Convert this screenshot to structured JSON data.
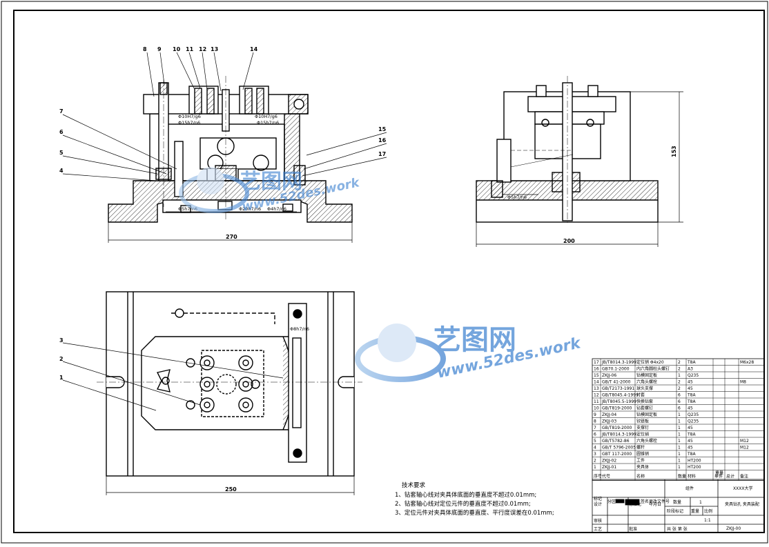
{
  "views": {
    "front": {
      "callouts": [
        "8",
        "9",
        "10",
        "11",
        "12",
        "13",
        "14",
        "7",
        "6",
        "5",
        "4",
        "15",
        "16",
        "17"
      ],
      "fits": [
        "Φ10H7/g6",
        "Φ15h7/n6",
        "Φ10H7/g6",
        "Φ15h7/n6",
        "Φ5h7/n6",
        "Φ20h7/n6",
        "Φ4h7/n6"
      ],
      "dim_width": "270"
    },
    "side": {
      "fit": "Φ5h7/n6",
      "dim_width": "200",
      "dim_height": "153"
    },
    "top": {
      "callouts": [
        "3",
        "2",
        "1"
      ],
      "fit": "Φ8h7/n6",
      "dim_width": "250"
    }
  },
  "watermark": {
    "brand": "艺图网",
    "url": "www.52des.work"
  },
  "tech_requirements": {
    "title": "技术要求",
    "items": [
      "1、钻套轴心线对夹具体底面的垂直度不超过0.01mm;",
      "2、钻套轴心线对定位元件的垂直度不超过0.01mm;",
      "3、定位元件对夹具体底面的垂直度、平行度误差在0.01mm;"
    ]
  },
  "bom": {
    "rows": [
      {
        "no": "17",
        "code": "JB/T8014.3-1999",
        "name": "定位销 Φ4x20",
        "qty": "2",
        "mat": "T8A",
        "note": "M6x28"
      },
      {
        "no": "16",
        "code": "GB70.1-2000",
        "name": "内六角圆柱头螺钉",
        "qty": "2",
        "mat": "A3",
        "note": ""
      },
      {
        "no": "15",
        "code": "ZKJJ-06",
        "name": "钻模固定板",
        "qty": "1",
        "mat": "Q235",
        "note": ""
      },
      {
        "no": "14",
        "code": "GB/T 41-2000",
        "name": "六角头螺栓",
        "qty": "2",
        "mat": "45",
        "note": "M8"
      },
      {
        "no": "13",
        "code": "GB/T2173-1991",
        "name": "球头支撑",
        "qty": "2",
        "mat": "45",
        "note": ""
      },
      {
        "no": "12",
        "code": "GB/T8045.4-1999",
        "name": "衬套",
        "qty": "6",
        "mat": "T8A",
        "note": ""
      },
      {
        "no": "11",
        "code": "JB/T8045.5-1999",
        "name": "快换钻套",
        "qty": "6",
        "mat": "T8A",
        "note": ""
      },
      {
        "no": "10",
        "code": "GB/T819-2000",
        "name": "钻套螺钉",
        "qty": "6",
        "mat": "45",
        "note": ""
      },
      {
        "no": "9",
        "code": "ZKJJ-04",
        "name": "钻模固定板",
        "qty": "1",
        "mat": "Q235",
        "note": ""
      },
      {
        "no": "8",
        "code": "ZKJJ-03",
        "name": "铰链板",
        "qty": "1",
        "mat": "Q235",
        "note": ""
      },
      {
        "no": "7",
        "code": "GB/T819-2000",
        "name": "支撑钉",
        "qty": "1",
        "mat": "45",
        "note": ""
      },
      {
        "no": "6",
        "code": "JB/T8014.3-1999",
        "name": "定位销",
        "qty": "1",
        "mat": "T8A",
        "note": ""
      },
      {
        "no": "5",
        "code": "GB/T5782-86",
        "name": "六角头螺栓",
        "qty": "1",
        "mat": "45",
        "note": "M12"
      },
      {
        "no": "4",
        "code": "GB/T 5796-2005",
        "name": "螺杆",
        "qty": "1",
        "mat": "45",
        "note": "M12"
      },
      {
        "no": "3",
        "code": "GBT 117-2000",
        "name": "圆锥销",
        "qty": "1",
        "mat": "T8A",
        "note": ""
      },
      {
        "no": "2",
        "code": "ZKJJ-02",
        "name": "工件",
        "qty": "1",
        "mat": "HT200",
        "note": ""
      },
      {
        "no": "1",
        "code": "ZKJJ-01",
        "name": "夹具体",
        "qty": "1",
        "mat": "HT200",
        "note": ""
      }
    ],
    "header": {
      "no": "序号",
      "code": "代号",
      "name": "名称",
      "qty": "数量",
      "mat": "材料",
      "unit": "单件",
      "total": "总计",
      "weight": "重量",
      "note": "备注"
    }
  },
  "title_block": {
    "part": "组件",
    "school": "XXXX大学",
    "drawing_name": "夹具钻孔\n夹具装配",
    "qty_label": "数量",
    "qty": "1",
    "stage_label": "阶段标记",
    "weight_label": "重量",
    "scale_label": "比例",
    "scale": "1:1",
    "code": "ZKJJ-00",
    "design": "设计",
    "check": "审核",
    "process": "工艺",
    "approve": "批准",
    "sheets": "共  张  第  张",
    "mark_label": "标记",
    "sign": "签名",
    "date": "年月日",
    "standard": "标准化",
    "zone": "分区",
    "change": "更改文件号"
  }
}
